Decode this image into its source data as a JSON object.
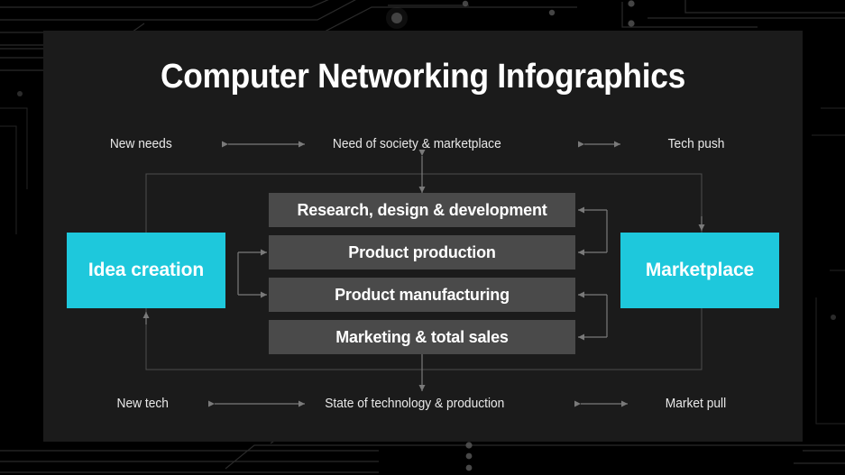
{
  "page": {
    "background_color": "#000000",
    "card_color": "#1b1b1b",
    "accent_color": "#1ec8dc",
    "process_box_color": "#4a4a4a",
    "line_color": "#6e6e6e",
    "text_color": "#e9e9e9"
  },
  "header": {
    "title": "Computer Networking Infographics"
  },
  "captions": {
    "top_left": "New needs",
    "top_center": "Need of society & marketplace",
    "top_right": "Tech push",
    "bottom_left": "New tech",
    "bottom_center": "State of technology & production",
    "bottom_right": "Market pull"
  },
  "accent_boxes": {
    "left": "Idea creation",
    "right": "Marketplace"
  },
  "process_boxes": [
    {
      "label": "Research, design & development"
    },
    {
      "label": "Product production"
    },
    {
      "label": "Product manufacturing"
    },
    {
      "label": "Marketing & total sales"
    }
  ],
  "connectors": {
    "top_left_arrow": "double-headed-horizontal-arrow",
    "top_right_arrow": "double-headed-horizontal-arrow",
    "bottom_left_arrow": "double-headed-horizontal-arrow",
    "bottom_right_arrow": "double-headed-horizontal-arrow",
    "top_center_arrow": "double-headed-vertical-arrow",
    "bottom_center_arrow": "double-headed-vertical-arrow",
    "left_bracket": "bracket-arrows-into-boxes-2-3",
    "right_bracket_upper": "bracket-arrows-into-boxes-1-2",
    "right_bracket_lower": "bracket-arrows-into-boxes-3-4",
    "frame": "outer-process-frame-rectangle"
  }
}
